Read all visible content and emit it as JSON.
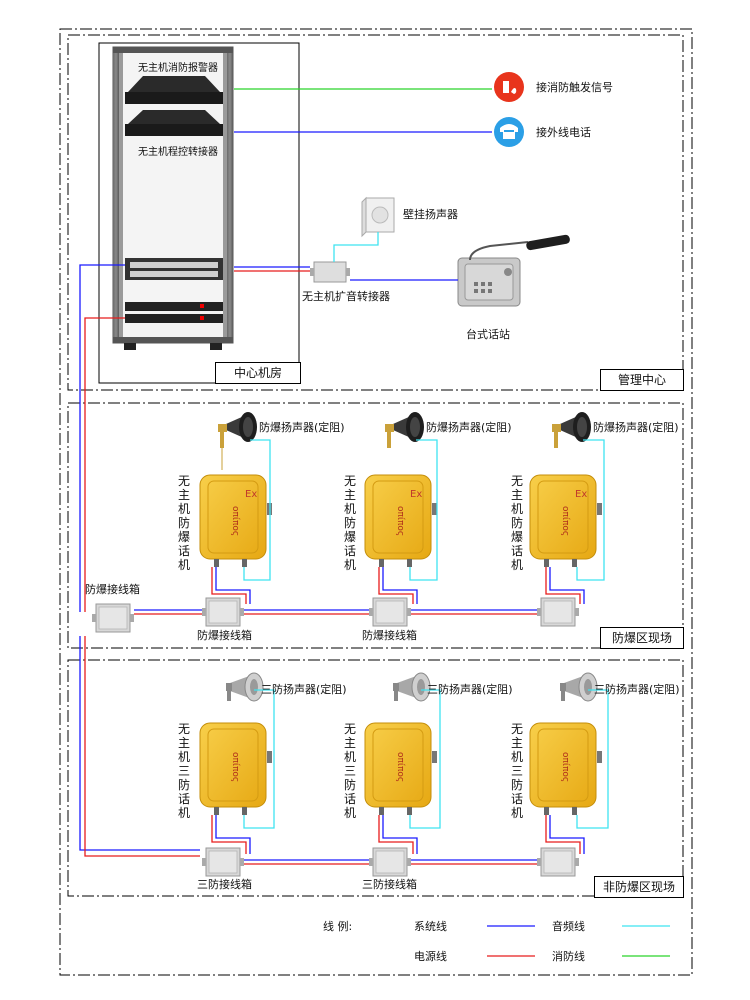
{
  "rooms": {
    "center_room": "中心机房",
    "management_center": "管理中心",
    "explosion_zone": "防爆区现场",
    "non_explosion_zone": "非防爆区现场"
  },
  "rack": {
    "fire_alarm_device": "无主机消防报警器",
    "pbx_device": "无主机程控转接器"
  },
  "external": {
    "fire_signal": "接消防触发信号",
    "outside_phone": "接外线电话"
  },
  "management": {
    "wall_speaker": "壁挂扬声器",
    "pa_adapter": "无主机扩音转接器",
    "desk_station": "台式话站"
  },
  "explosion_area": {
    "speaker_label": "防爆扬声器(定阻)",
    "phone_label": "无主机防爆话机",
    "junction_box_main": "防爆接线箱",
    "junction_box": "防爆接线箱",
    "phone_badge": "Ex",
    "phone_brand": "οπίπος"
  },
  "non_explosion_area": {
    "speaker_label": "三防扬声器(定阻)",
    "phone_label": "无主机三防话机",
    "junction_box": "三防接线箱",
    "phone_brand": "οπίπος"
  },
  "legend": {
    "title": "线  例:",
    "items": [
      {
        "label": "系统线",
        "color": "#1a1aff"
      },
      {
        "label": "音频线",
        "color": "#3fe3f0"
      },
      {
        "label": "电源线",
        "color": "#e81c1c"
      },
      {
        "label": "消防线",
        "color": "#2bd42b"
      }
    ]
  },
  "colors": {
    "system": "#1a1aff",
    "audio": "#3fe3f0",
    "power": "#e81c1c",
    "fire": "#2bd42b",
    "phone_yellow": "#f2b81f",
    "junction_grey": "#d4d4d4"
  }
}
